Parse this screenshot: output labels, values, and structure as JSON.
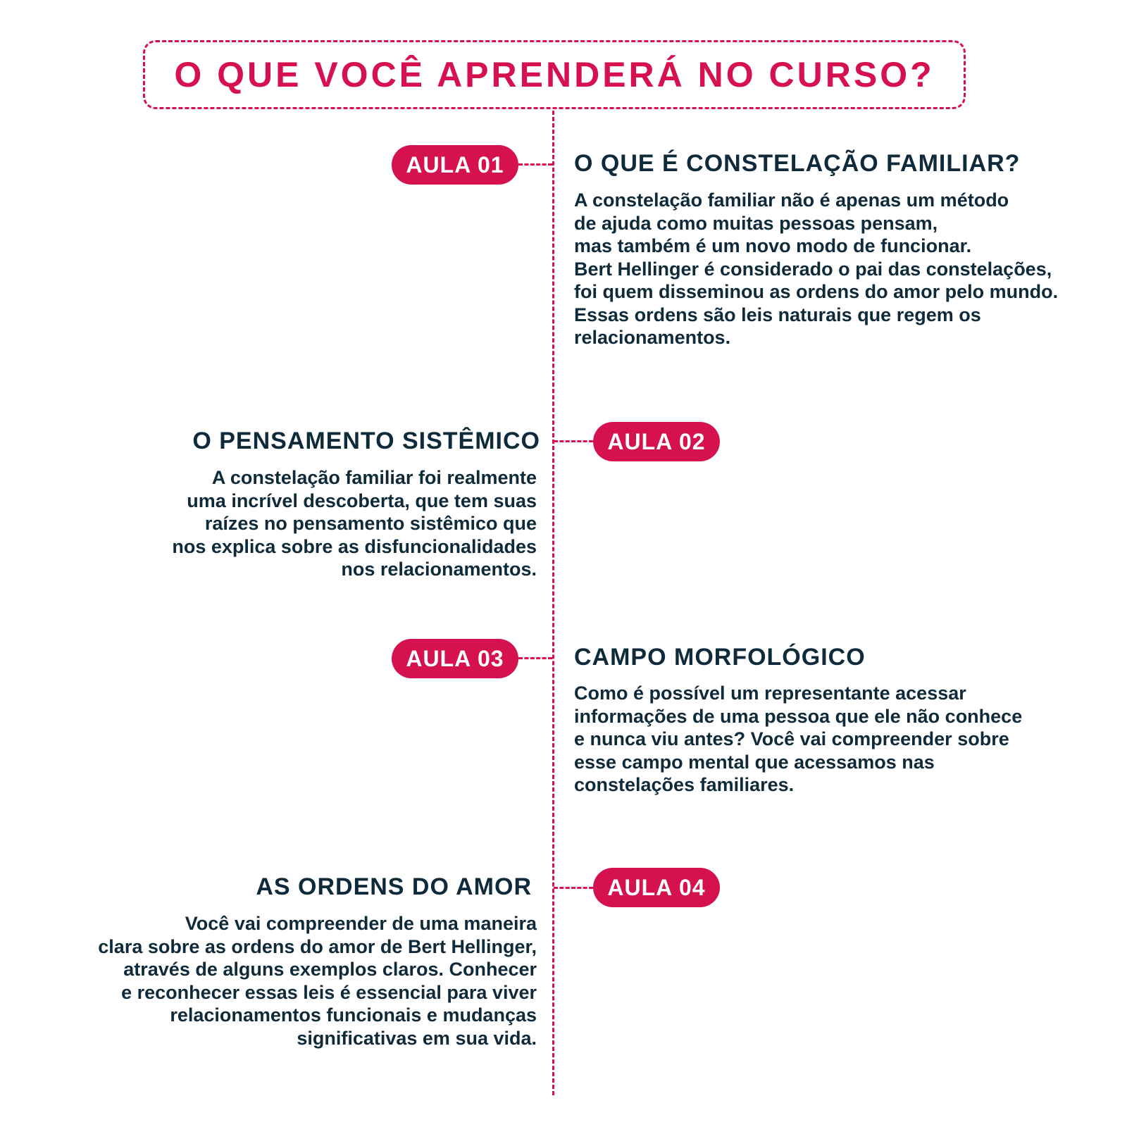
{
  "title": "O QUE VOCÊ APRENDERÁ NO CURSO?",
  "colors": {
    "accent": "#d6114f",
    "text": "#0f2a3a",
    "background": "#ffffff"
  },
  "lessons": [
    {
      "label": "AULA 01",
      "heading": "O QUE É CONSTELAÇÃO FAMILIAR?",
      "text": "A constelação familiar não é apenas um método\nde ajuda como muitas pessoas pensam,\nmas também é um novo modo de funcionar.\nBert Hellinger é considerado o pai das constelações,\nfoi quem disseminou as ordens do amor pelo mundo.\nEssas ordens são leis naturais que regem os\nrelacionamentos."
    },
    {
      "label": "AULA 02",
      "heading": "O PENSAMENTO SISTÊMICO",
      "text": "A constelação familiar foi realmente\numa incrível descoberta, que tem suas\nraízes no pensamento sistêmico que\nnos explica sobre as disfuncionalidades\nnos relacionamentos."
    },
    {
      "label": "AULA 03",
      "heading": "CAMPO MORFOLÓGICO",
      "text": "Como é possível um representante acessar\ninformações de uma pessoa que ele não conhece\ne nunca viu antes? Você vai compreender sobre\nesse campo mental que acessamos nas\nconstelações familiares."
    },
    {
      "label": "AULA 04",
      "heading": "AS ORDENS DO AMOR",
      "text": "Você vai compreender de uma maneira\nclara sobre as ordens do amor de Bert Hellinger,\natravés de alguns exemplos claros. Conhecer\ne reconhecer essas leis é essencial para viver\nrelacionamentos funcionais e mudanças\nsignificativas em sua vida."
    }
  ]
}
